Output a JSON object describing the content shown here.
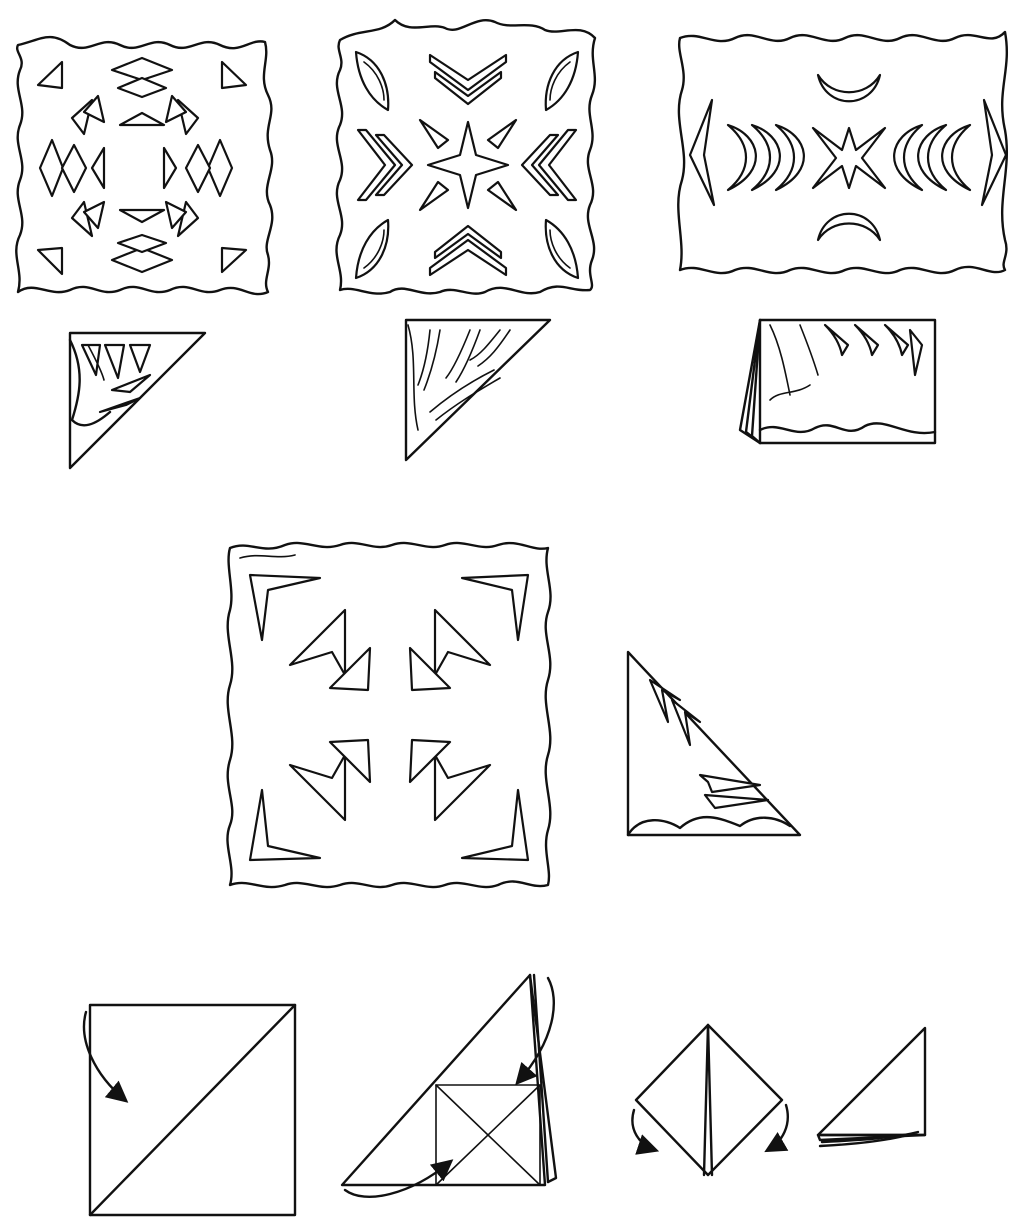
{
  "figure": {
    "background_color": "#ffffff",
    "line_color": "#111111",
    "panels": [
      {
        "id": "snowflake-1",
        "kind": "unfolded-cutout",
        "pattern": "diamonds-and-triangles"
      },
      {
        "id": "snowflake-2",
        "kind": "unfolded-cutout",
        "pattern": "leaves-and-chevrons"
      },
      {
        "id": "snowflake-3",
        "kind": "unfolded-cutout",
        "pattern": "crescents-and-star"
      },
      {
        "id": "folded-1",
        "kind": "folded-triangle-template"
      },
      {
        "id": "folded-2",
        "kind": "folded-triangle-template"
      },
      {
        "id": "folded-3",
        "kind": "folded-rectangle-template"
      },
      {
        "id": "snowflake-4",
        "kind": "unfolded-cutout",
        "pattern": "corner-angles-and-arrows"
      },
      {
        "id": "folded-4",
        "kind": "folded-triangle-template"
      },
      {
        "id": "fold-step-1",
        "kind": "fold-instruction",
        "icon": "curved-arrow-icon"
      },
      {
        "id": "fold-step-2",
        "kind": "fold-instruction",
        "icon": "curved-arrow-icon"
      },
      {
        "id": "fold-step-3",
        "kind": "fold-instruction",
        "icon": "curved-arrow-icon"
      },
      {
        "id": "fold-step-4",
        "kind": "fold-instruction",
        "icon": "folded-triangle-icon"
      }
    ]
  }
}
